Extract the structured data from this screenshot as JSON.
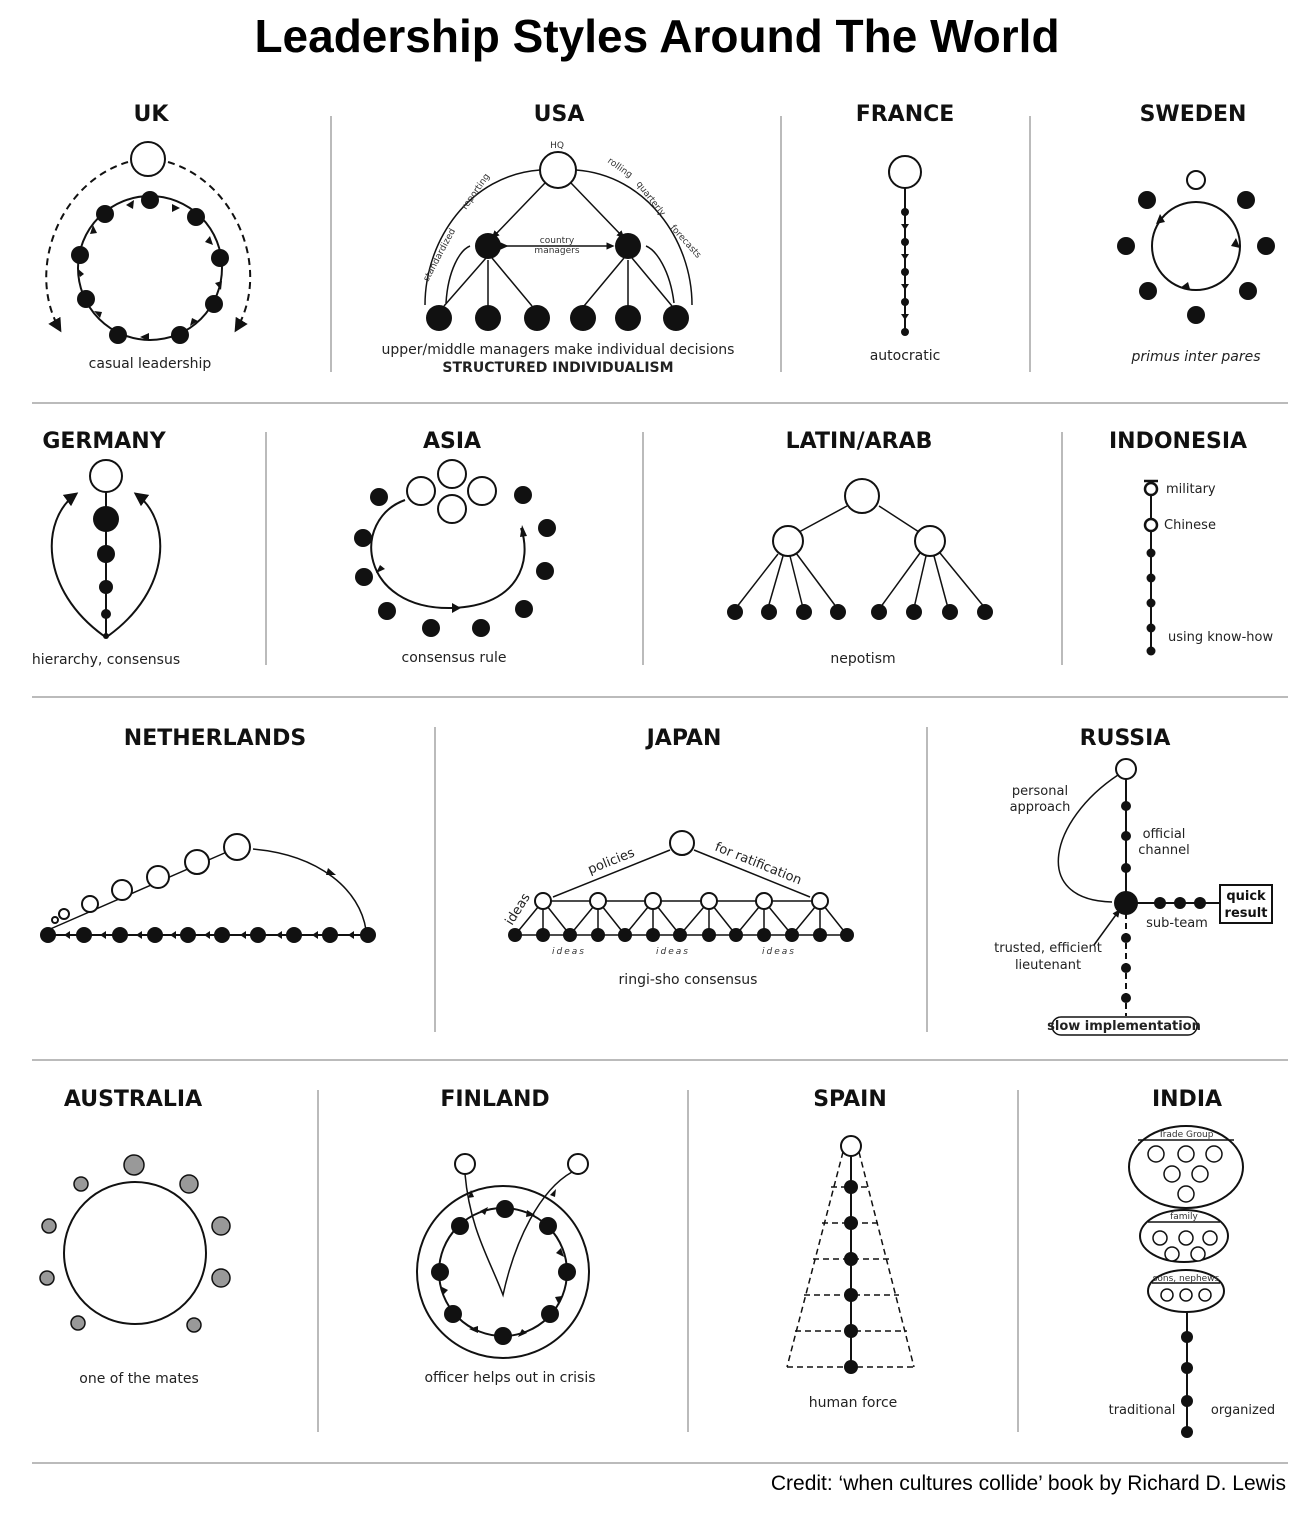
{
  "title": "Leadership Styles Around The World",
  "credit": "Credit: ‘when cultures collide’ book by Richard D. Lewis",
  "panels": {
    "uk": {
      "name": "UK",
      "caption": "casual leadership"
    },
    "usa": {
      "name": "USA",
      "caption": "upper/middle managers make individual decisions",
      "caption2": "STRUCTURED INDIVIDUALISM",
      "labels": {
        "hq": "HQ",
        "country_managers_1": "country",
        "country_managers_2": "managers",
        "standardized": "standardized",
        "reporting": "reporting",
        "rolling": "rolling",
        "quarterly": "quarterly",
        "forecasts": "forecasts"
      }
    },
    "france": {
      "name": "FRANCE",
      "caption": "autocratic"
    },
    "sweden": {
      "name": "SWEDEN",
      "caption": "primus inter pares"
    },
    "germany": {
      "name": "GERMANY",
      "caption": "hierarchy, consensus"
    },
    "asia": {
      "name": "ASIA",
      "caption": "consensus rule"
    },
    "latin_arab": {
      "name": "LATIN/ARAB",
      "caption": "nepotism"
    },
    "indonesia": {
      "name": "INDONESIA",
      "labels": {
        "military": "military",
        "chinese": "Chinese",
        "know_how": "using know-how"
      }
    },
    "netherlands": {
      "name": "NETHERLANDS"
    },
    "japan": {
      "name": "JAPAN",
      "caption": "ringi-sho consensus",
      "labels": {
        "policies": "policies",
        "ratification": "for ratification",
        "ideas_side": "ideas",
        "ideas": "ideas"
      }
    },
    "russia": {
      "name": "RUSSIA",
      "labels": {
        "personal_1": "personal",
        "personal_2": "approach",
        "official_1": "official",
        "official_2": "channel",
        "quick_1": "quick",
        "quick_2": "result",
        "sub_team": "sub-team",
        "trusted_1": "trusted, efficient",
        "trusted_2": "lieutenant",
        "slow": "slow implementation"
      }
    },
    "australia": {
      "name": "AUSTRALIA",
      "caption": "one of the mates"
    },
    "finland": {
      "name": "FINLAND",
      "caption": "officer helps out in crisis"
    },
    "spain": {
      "name": "SPAIN",
      "caption": "human force"
    },
    "india": {
      "name": "INDIA",
      "labels": {
        "trade_group": "Trade Group",
        "family": "family",
        "sons": "sons, nephews",
        "traditional": "traditional",
        "organized": "organized"
      }
    }
  }
}
